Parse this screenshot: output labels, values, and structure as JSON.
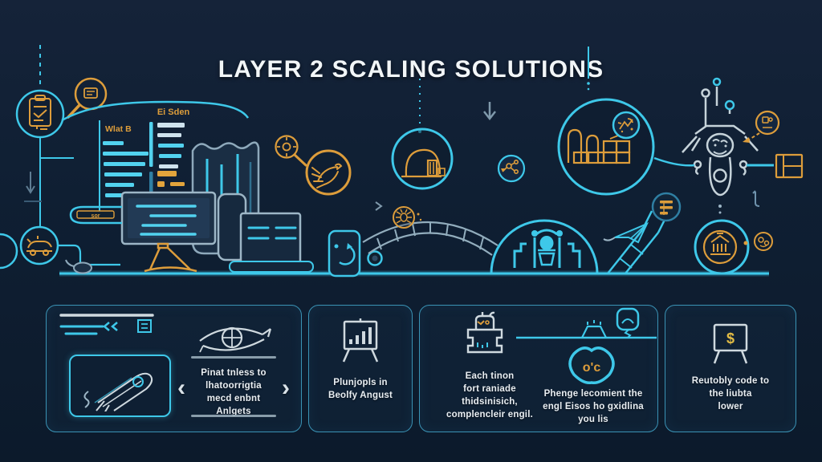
{
  "title": "LAYER 2 SCALING SOLUTIONS",
  "colors": {
    "background": "#0e1d31",
    "cyan": "#3ec8e9",
    "cyan_bright": "#52d2ef",
    "orange": "#dd9d3b",
    "sketch_white": "#c9d6de",
    "steel": "#92adbd",
    "card_border": "#3a92b4",
    "card_background": "#12263c",
    "text": "#e9eef2"
  },
  "illustration": {
    "curve_label": "Ei Sden",
    "panel_label": "Wlat B",
    "tag_label": "sor",
    "icons": {
      "left": [
        "clipboard-circle-icon",
        "magnifier-icon",
        "car-circle-icon"
      ],
      "middle": [
        "monitor-icon",
        "pc-tower-icon",
        "laptop-icon",
        "flask-icon",
        "phone-sync-icon",
        "bird-badge-icon",
        "gear-magnifier-icon",
        "helmet-badge-icon",
        "bridge-icon",
        "bug-badge-icon",
        "network-badge-icon",
        "factory-badge-icon",
        "spark-badge-icon",
        "gate-dome-icon",
        "paper-plane-icon",
        "abacus-badge-icon"
      ],
      "right": [
        "robot-icon",
        "person-badge-icon",
        "window-icon",
        "bank-badge-icon",
        "coins-badge-icon"
      ],
      "cards": [
        "speed-lines-icon",
        "rocket-sketch-icon",
        "eye-sketch-icon",
        "easel-chart-icon",
        "factory-kiln-icon",
        "bulb-pendant-icon",
        "mask-icon",
        "easel-dollar-icon"
      ]
    }
  },
  "cards": [
    {
      "name": "carousel-card",
      "prev": "‹",
      "next": "›",
      "lines": [
        "Pinat tnless to",
        "lhatoorrigtia",
        "mecd enbnt",
        "Anlgets"
      ]
    },
    {
      "name": "stats-card",
      "lines": [
        "Plunjopls in",
        "Beolfy Angust"
      ]
    },
    {
      "name": "factory-card",
      "left_lines": [
        "Each tinon",
        "fort raniade",
        "thidsinisich,",
        "complencleir engil."
      ],
      "right_lines": [
        "Phenge lecomient the",
        "engl Eisos ho gxidlina",
        "you lis"
      ],
      "mask_label": "o'c"
    },
    {
      "name": "cost-card",
      "dollar": "$",
      "lines": [
        "Reutobly code to",
        "the liubta",
        "lower"
      ]
    }
  ]
}
